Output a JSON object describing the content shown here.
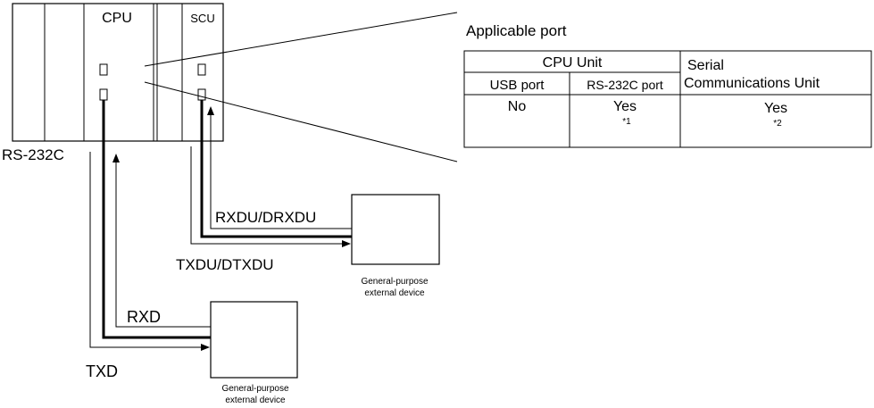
{
  "plc": {
    "cpu_label": "CPU",
    "scu_label": "SCU",
    "rs232c_label": "RS-232C"
  },
  "signals": {
    "rxdu": "RXDU/DRXDU",
    "txdu": "TXDU/DTXDU",
    "rxd": "RXD",
    "txd": "TXD"
  },
  "devices": {
    "upper_line1": "General-purpose",
    "upper_line2": "external device",
    "lower_line1": "General-purpose",
    "lower_line2": "external device"
  },
  "port_table": {
    "title": "Applicable port",
    "cpu_unit_header": "CPU Unit",
    "serial_header_line1": "Serial",
    "serial_header_line2": "Communications Unit",
    "usb_header": "USB port",
    "rs232c_header": "RS-232C port",
    "usb_value": "No",
    "rs232c_value": "Yes",
    "rs232c_note": "*1",
    "serial_value": "Yes",
    "serial_note": "*2"
  },
  "colors": {
    "line": "#000000",
    "background": "#ffffff"
  }
}
